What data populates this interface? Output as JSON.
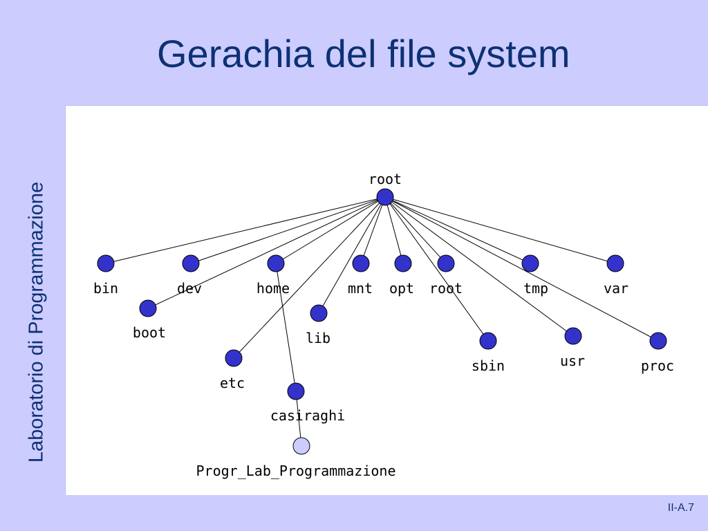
{
  "slide": {
    "title": "Gerachia del file system",
    "side_label": "Laboratorio di Programmazione",
    "page_number": "II-A.7"
  },
  "tree": {
    "root": "root",
    "level1": [
      "bin",
      "dev",
      "home",
      "mnt",
      "opt",
      "root",
      "tmp",
      "var",
      "boot",
      "lib",
      "etc",
      "sbin",
      "usr",
      "proc"
    ],
    "home_child": "casiraghi",
    "leaf": "Progr_Lab_Programmazione"
  },
  "colors": {
    "background": "#ccccff",
    "title_text": "#0d3173",
    "node_fill": "#3333cc",
    "leaf_fill": "#ccccff"
  }
}
